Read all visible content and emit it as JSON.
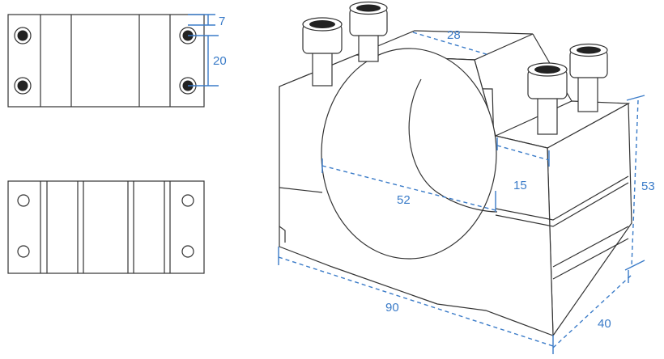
{
  "dimensions": {
    "top_small": "7",
    "top_spacing": "20",
    "top_width": "28",
    "bore_diameter": "52",
    "step_height": "15",
    "overall_height": "53",
    "overall_width": "90",
    "depth": "40"
  },
  "colors": {
    "dimension": "#3a7bc8",
    "outline": "#333333"
  }
}
